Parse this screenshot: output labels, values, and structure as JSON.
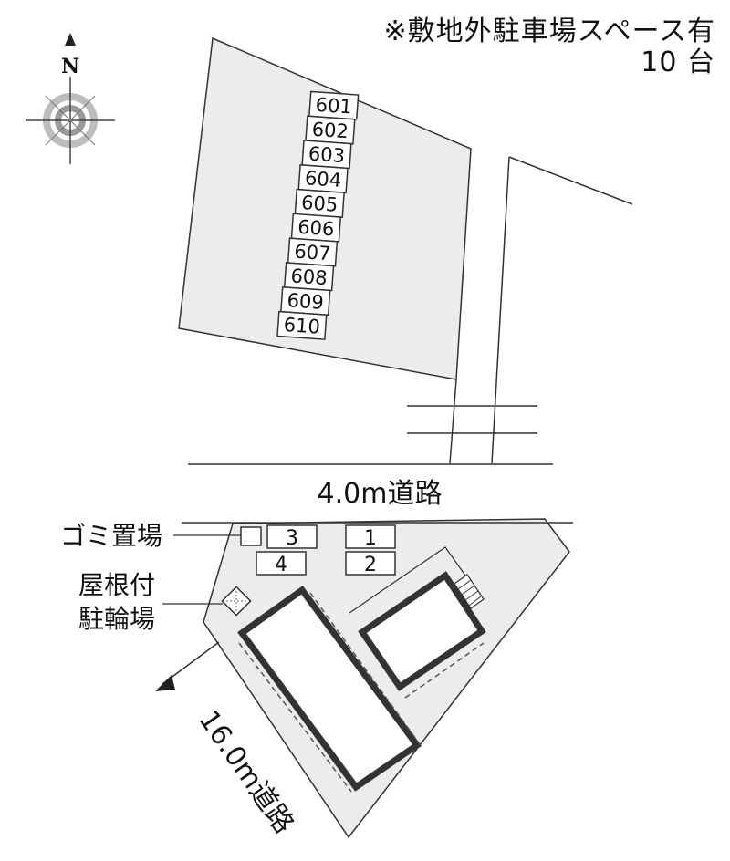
{
  "notice": {
    "line1": "※敷地外駐車場スペース有",
    "line2": "10 台"
  },
  "compass": {
    "north_label": "N"
  },
  "offsite_parking": {
    "spaces": [
      "601",
      "602",
      "603",
      "604",
      "605",
      "606",
      "607",
      "608",
      "609",
      "610"
    ]
  },
  "roads": {
    "top_road": "4.0m道路",
    "side_road": "16.0m道路"
  },
  "onsite_parking": {
    "spaces": [
      "3",
      "1",
      "4",
      "2"
    ]
  },
  "facilities": {
    "garbage": "ゴミ置場",
    "bicycle_line1": "屋根付",
    "bicycle_line2": "駐輪場"
  },
  "colors": {
    "lot_fill": "#ececec",
    "building_stroke": "#333333",
    "line": "#333333"
  }
}
